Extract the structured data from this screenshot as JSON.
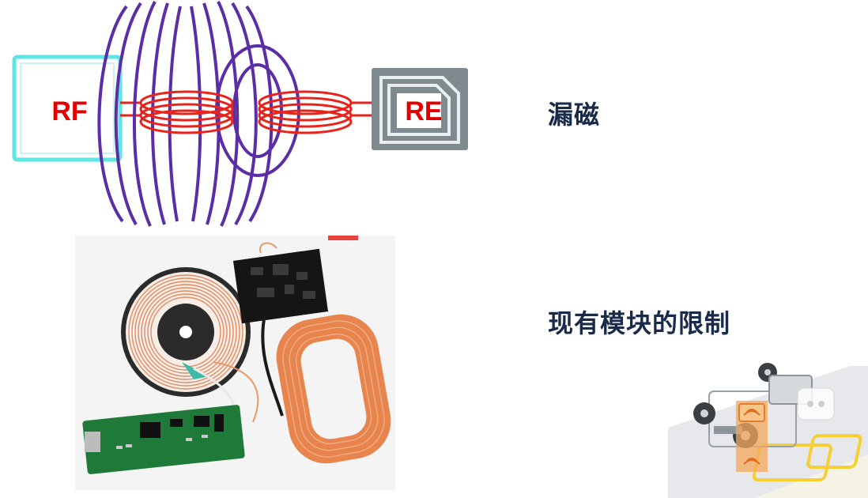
{
  "diagram": {
    "transmitter_label": "RF",
    "receiver_label": "RE",
    "colors": {
      "field_line": "#5b2ea6",
      "coil": "#e8231c",
      "transmitter_border": "#5ee6e2",
      "receiver_box": "#7f8a8f",
      "label_red": "#e20000"
    }
  },
  "captions": {
    "leakage": "漏磁",
    "module_limit": "现有模块的限制"
  }
}
